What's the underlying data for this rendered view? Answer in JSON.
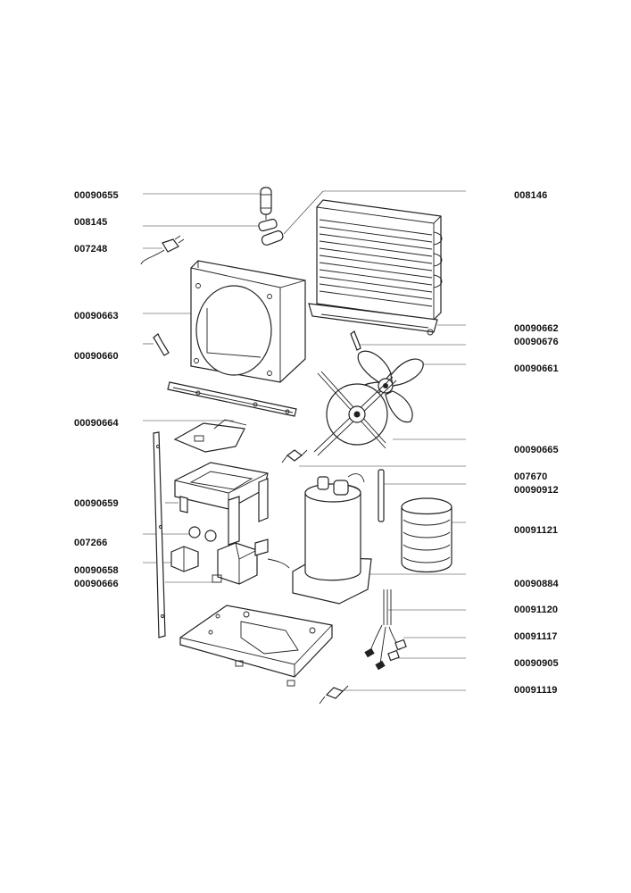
{
  "labels_left": [
    {
      "id": "l1",
      "text": "00090655"
    },
    {
      "id": "l2",
      "text": "008145"
    },
    {
      "id": "l3",
      "text": "007248"
    },
    {
      "id": "l4",
      "text": "00090663"
    },
    {
      "id": "l5",
      "text": "00090660"
    },
    {
      "id": "l6",
      "text": "00090664"
    },
    {
      "id": "l7",
      "text": "00090659"
    },
    {
      "id": "l8",
      "text": "007266"
    },
    {
      "id": "l9",
      "text": "00090658"
    },
    {
      "id": "l10",
      "text": "00090666"
    }
  ],
  "labels_right": [
    {
      "id": "r1",
      "text": "008146"
    },
    {
      "id": "r2",
      "text": "00090662"
    },
    {
      "id": "r3",
      "text": "00090676"
    },
    {
      "id": "r4",
      "text": "00090661"
    },
    {
      "id": "r5",
      "text": "00090665"
    },
    {
      "id": "r6",
      "text": "007670"
    },
    {
      "id": "r7",
      "text": "00090912"
    },
    {
      "id": "r8",
      "text": "00091121"
    },
    {
      "id": "r9",
      "text": "00090884"
    },
    {
      "id": "r10",
      "text": "00091120"
    },
    {
      "id": "r11",
      "text": "00091117"
    },
    {
      "id": "r12",
      "text": "00090905"
    },
    {
      "id": "r13",
      "text": "00091119"
    }
  ]
}
